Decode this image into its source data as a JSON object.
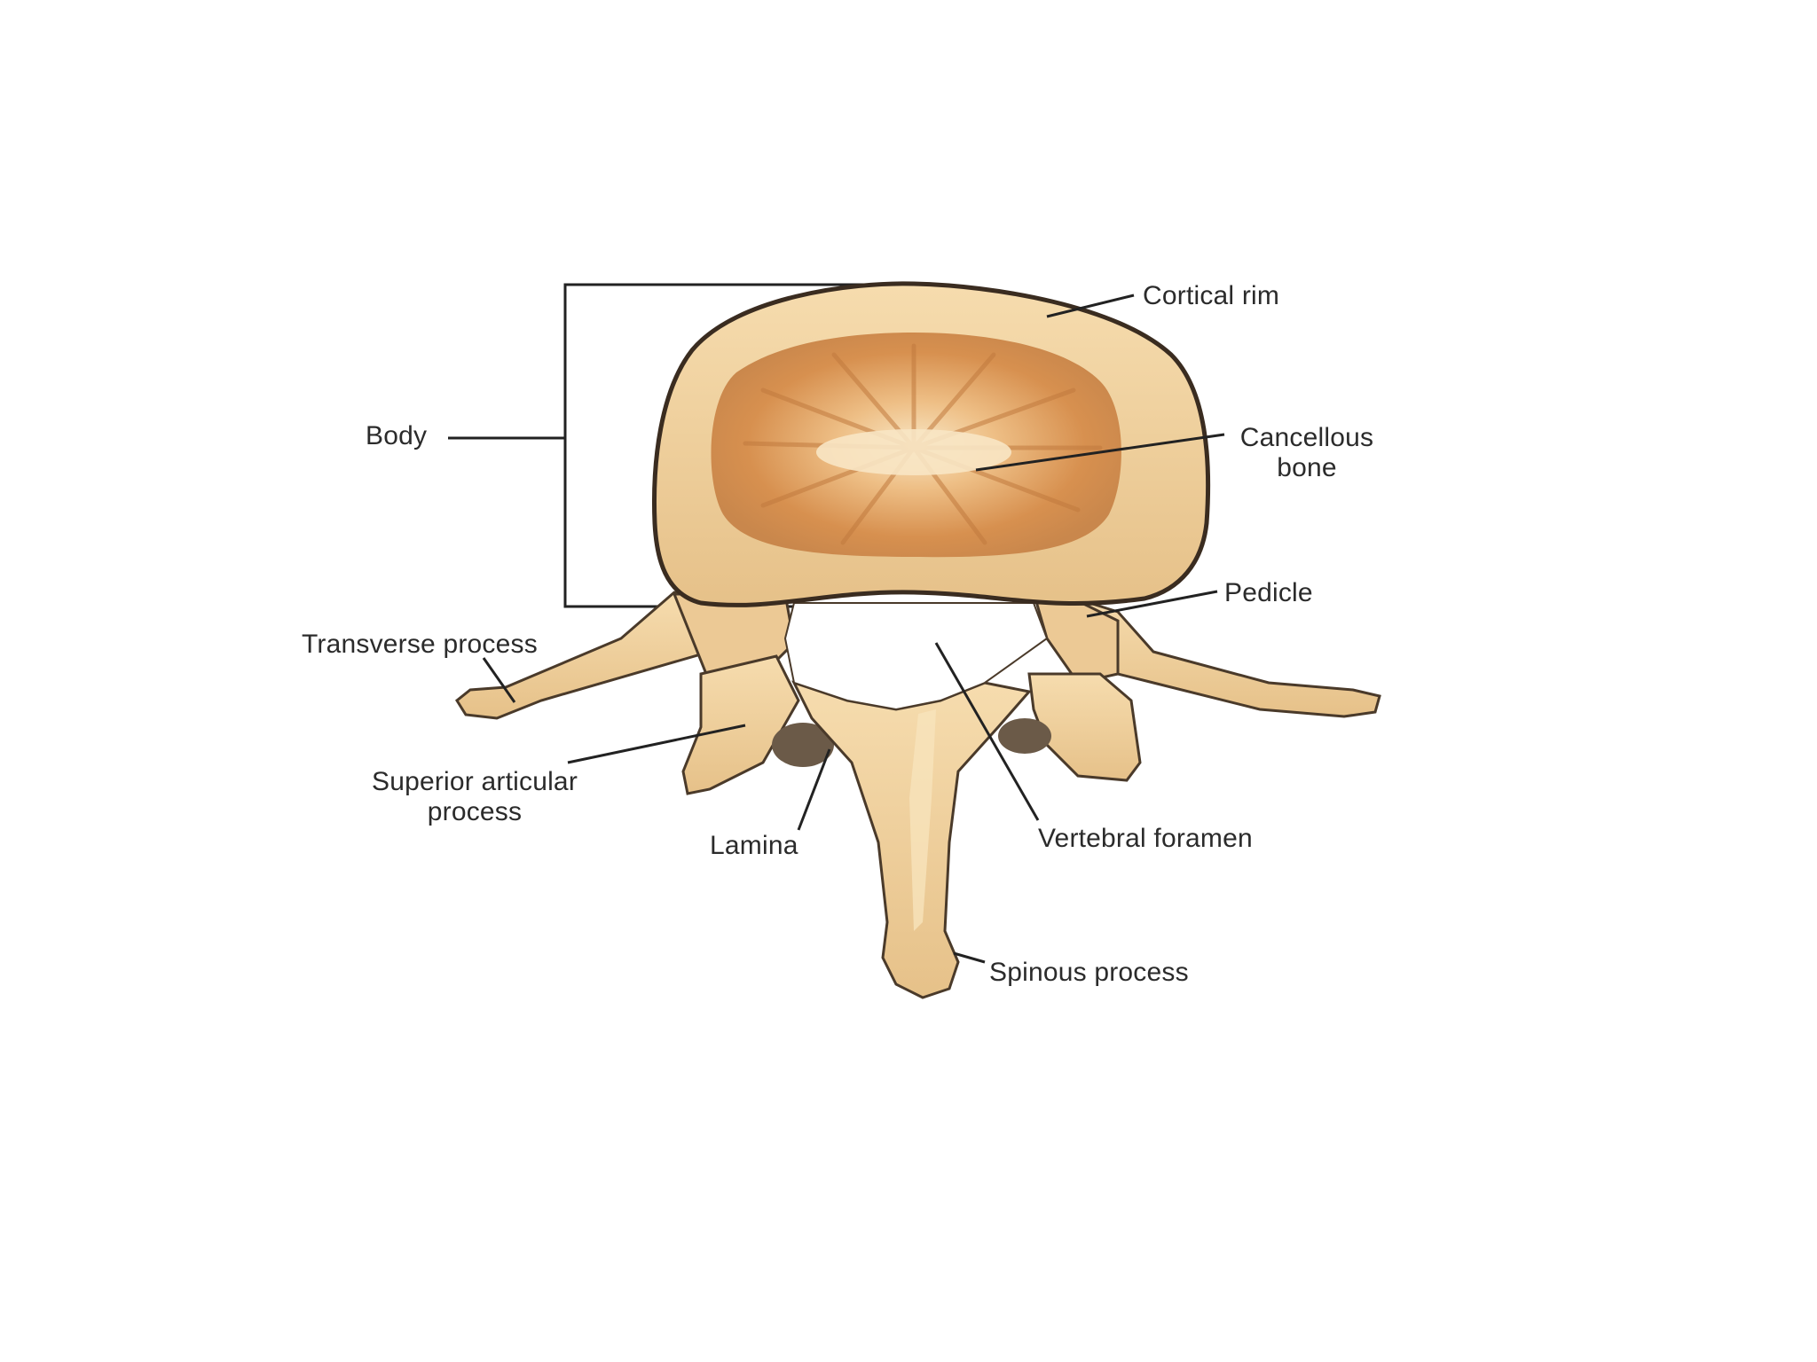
{
  "labels": {
    "cortical_rim": "Cortical rim",
    "body": "Body",
    "cancellous_line1": "Cancellous",
    "cancellous_line2": "bone",
    "pedicle": "Pedicle",
    "transverse_process": "Transverse process",
    "superior_articular_line1": "Superior articular",
    "superior_articular_line2": "process",
    "lamina": "Lamina",
    "vertebral_foramen": "Vertebral foramen",
    "spinous_process": "Spinous process"
  },
  "colors": {
    "bone": "#f1d3a0",
    "bone_shadow": "#d4ab72",
    "bone_outline": "#4a3a2a",
    "cancellous": "#d9955a",
    "cancellous_light": "#f6dfb8",
    "leader": "#222222",
    "text": "#2b2b2b"
  }
}
